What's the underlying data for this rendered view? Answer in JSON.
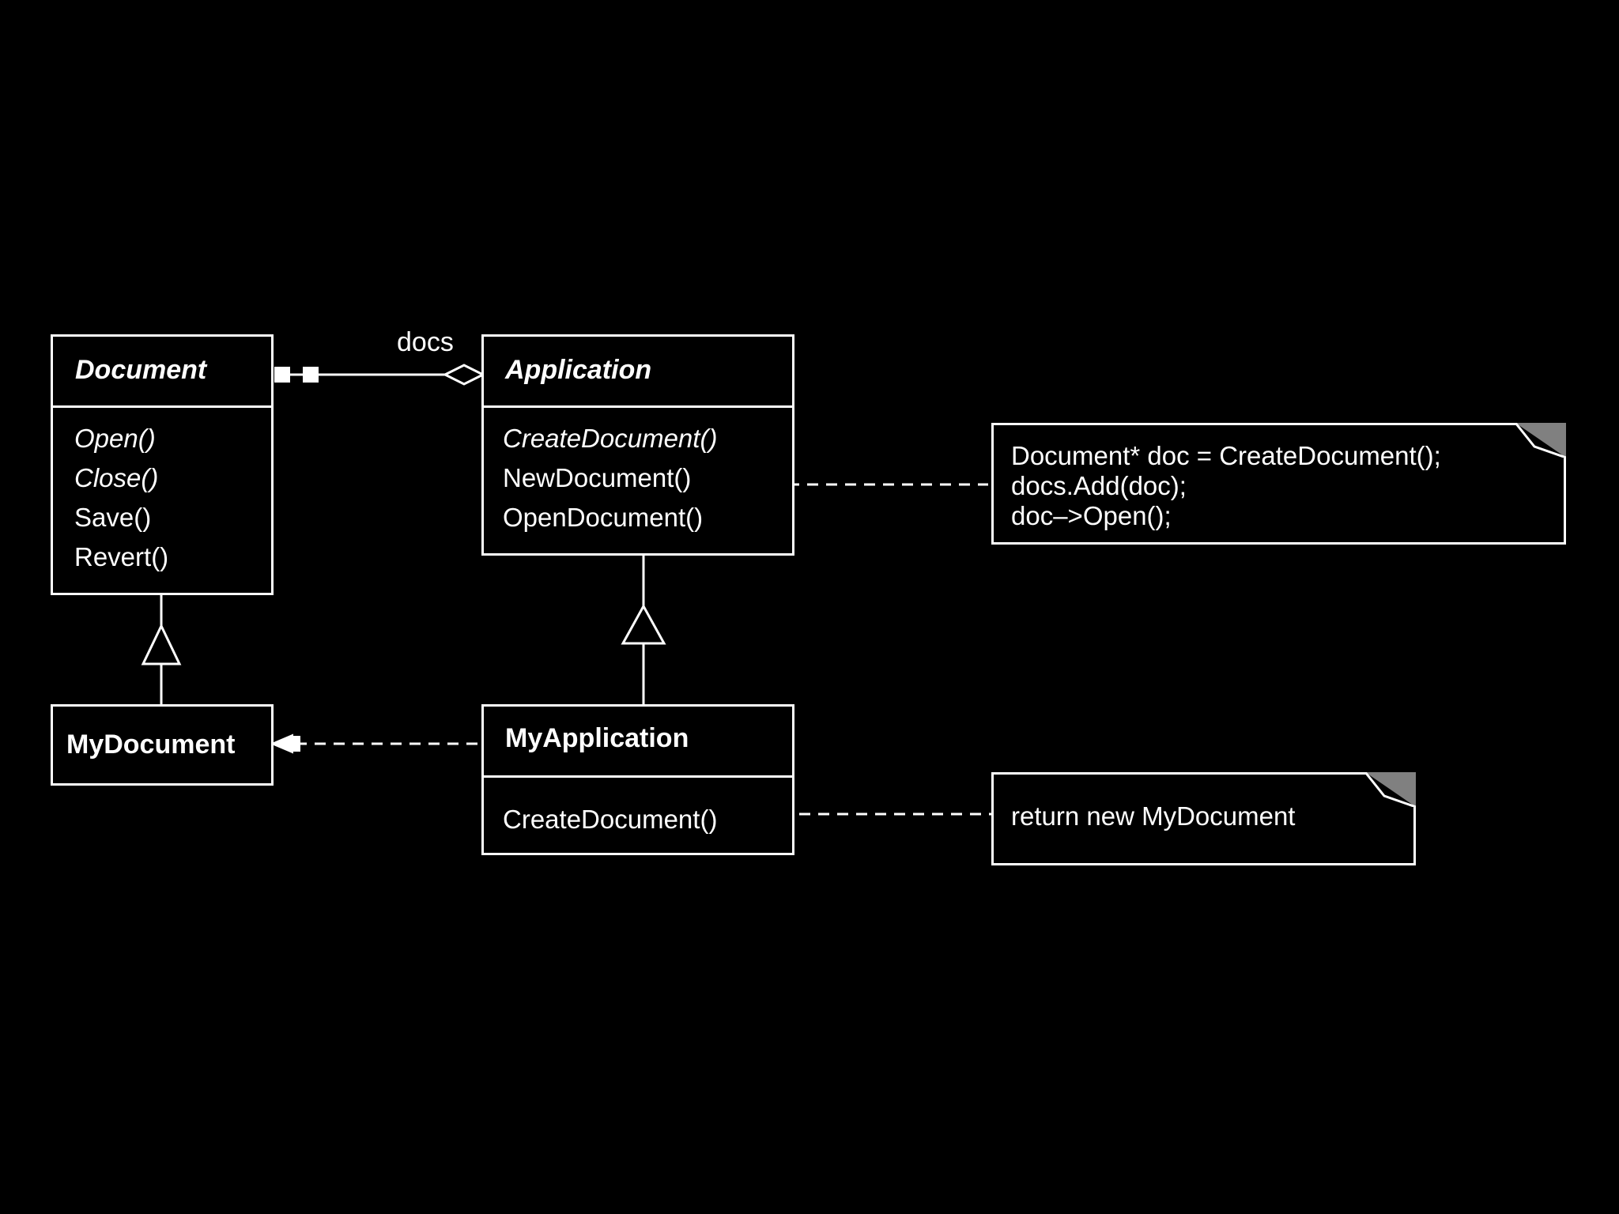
{
  "classes": {
    "document": {
      "name": "Document",
      "operations": [
        "Open()",
        "Close()",
        "Save()",
        "Revert()"
      ]
    },
    "application": {
      "name": "Application",
      "operations": [
        "CreateDocument()",
        "NewDocument()",
        "OpenDocument()"
      ]
    },
    "my_document": {
      "name": "MyDocument"
    },
    "my_application": {
      "name": "MyApplication",
      "operations": [
        "CreateDocument()"
      ]
    }
  },
  "association_label": "docs",
  "notes": {
    "new_document": [
      "Document* doc = CreateDocument();",
      "docs.Add(doc);",
      "doc–>Open();"
    ],
    "create_document": [
      "return new MyDocument"
    ]
  },
  "colors": {
    "background": "#000000",
    "foreground": "#ffffff",
    "note_corner": "#808080"
  }
}
